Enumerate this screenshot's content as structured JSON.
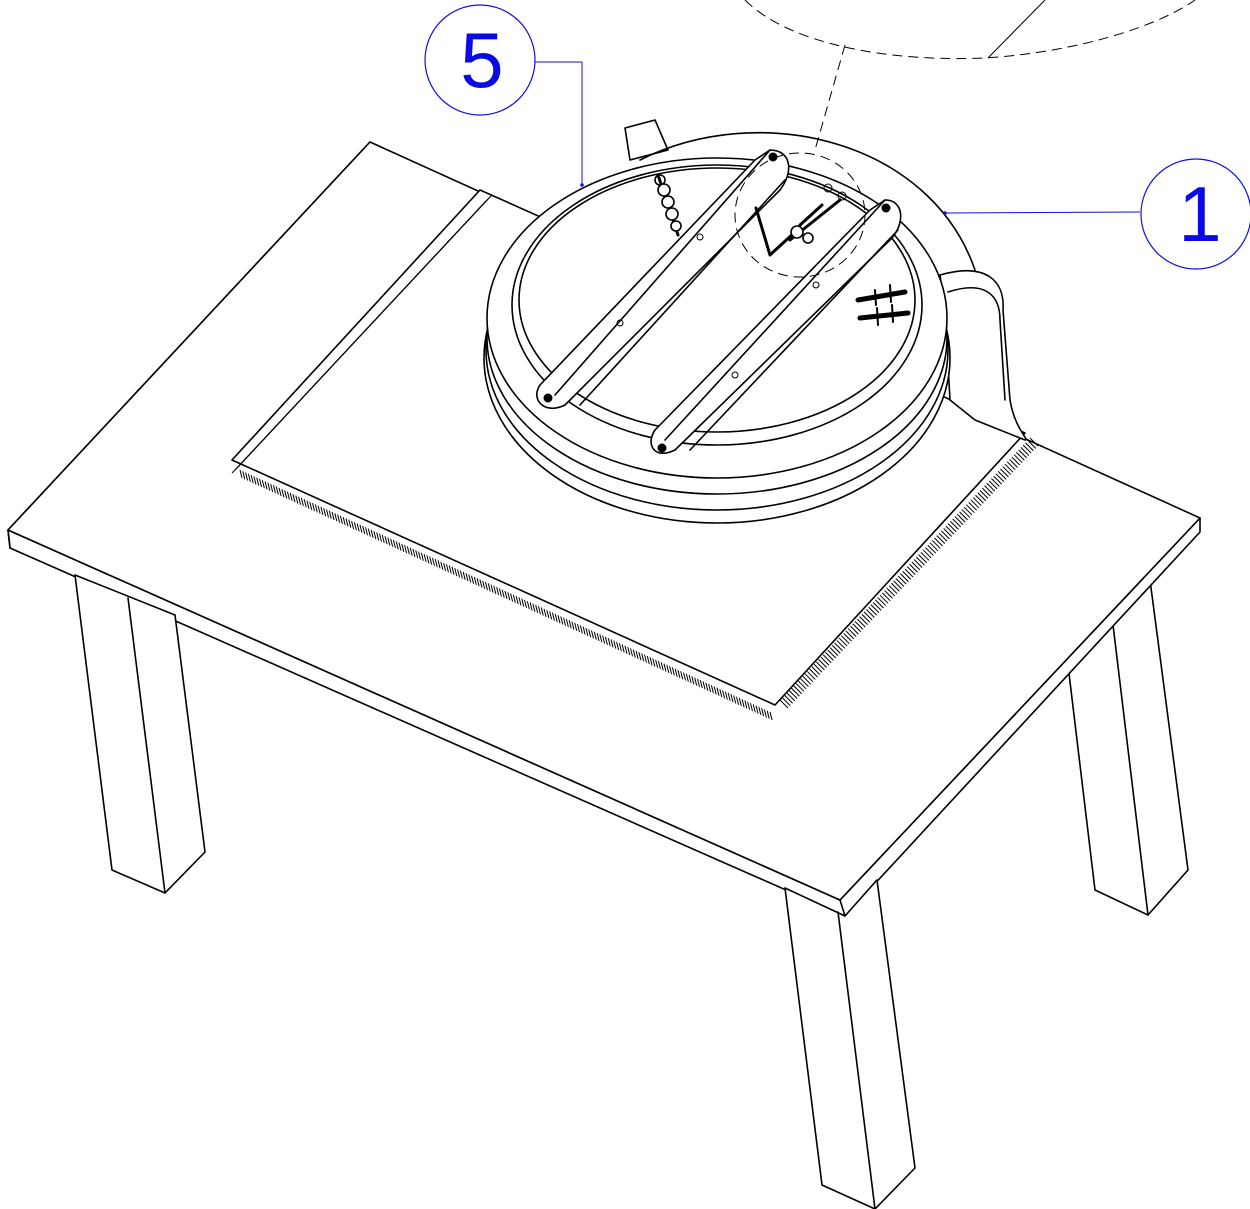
{
  "callouts": [
    {
      "id": "part-5",
      "number": "5"
    },
    {
      "id": "part-1",
      "number": "1"
    }
  ],
  "colors": {
    "line": "#000000",
    "callout": "#0a0ae6",
    "background": "#ffffff"
  }
}
